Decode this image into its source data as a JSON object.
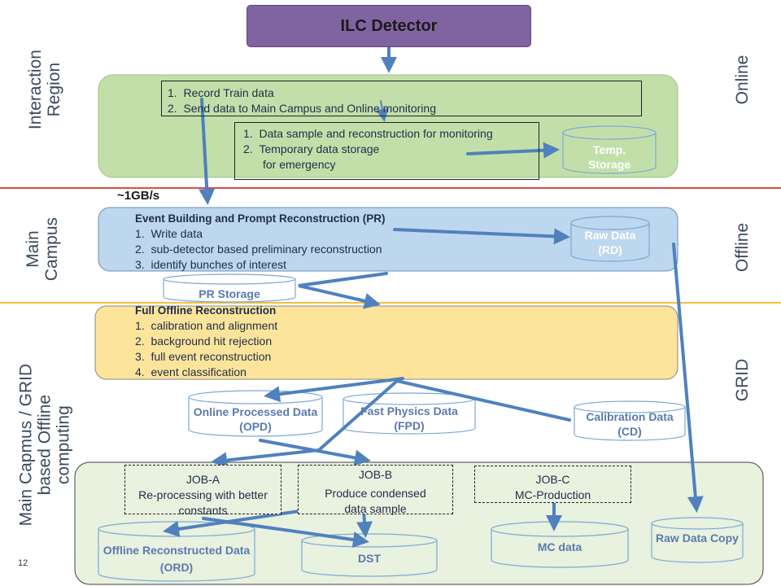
{
  "detector": {
    "label": "ILC Detector"
  },
  "regions": {
    "interaction": "Interaction Region",
    "main_campus": "Main Campus",
    "grid_computing": "Main Capmus / GRID based Offline computing"
  },
  "side_labels": {
    "online": "Online",
    "offline": "Offline",
    "grid": "GRID"
  },
  "rate": "~1GB/s",
  "interaction_box": {
    "items": [
      "Record Train data",
      "Send data to Main Campus and Online monitoring"
    ],
    "monitor_items": [
      "Data sample and reconstruction for monitoring",
      "Temporary data storage",
      "for emergency"
    ]
  },
  "pr_box": {
    "title": "Event Building and Prompt Reconstruction (PR)",
    "items": [
      "Write  data",
      "sub-detector based preliminary reconstruction",
      "identify bunches of interest"
    ]
  },
  "offline_box": {
    "title": "Full  Offline Reconstruction",
    "items": [
      "calibration and alignment",
      "background hit rejection",
      "full event reconstruction",
      "event classification"
    ]
  },
  "storages": {
    "temp": "Temp. Storage",
    "raw": "Raw Data (RD)",
    "pr": "PR Storage",
    "opd": "Online Processed Data (OPD)",
    "fpd": "Fast Physics Data (FPD)",
    "cd": "Calibration Data (CD)",
    "ord": "Offline  Reconstructed Data (ORD)",
    "dst": "DST",
    "mc": "MC data",
    "raw_copy": "Raw Data Copy"
  },
  "jobs": {
    "a": {
      "title": "JOB-A",
      "desc": "Re-processing with better constants"
    },
    "b": {
      "title": "JOB-B",
      "desc": "Produce condensed data sample"
    },
    "c": {
      "title": "JOB-C",
      "desc": "MC-Production"
    }
  },
  "page_number": "12",
  "colors": {
    "detector": "#8064a2",
    "green_panel": "#c3dfa9",
    "blue_panel": "#bdd7ee",
    "yellow_panel": "#fde49b",
    "grid_panel": "#e9f1df",
    "arrow": "#4f81bd",
    "red_line": "#e04c3c",
    "yellow_line": "#f0c040"
  }
}
